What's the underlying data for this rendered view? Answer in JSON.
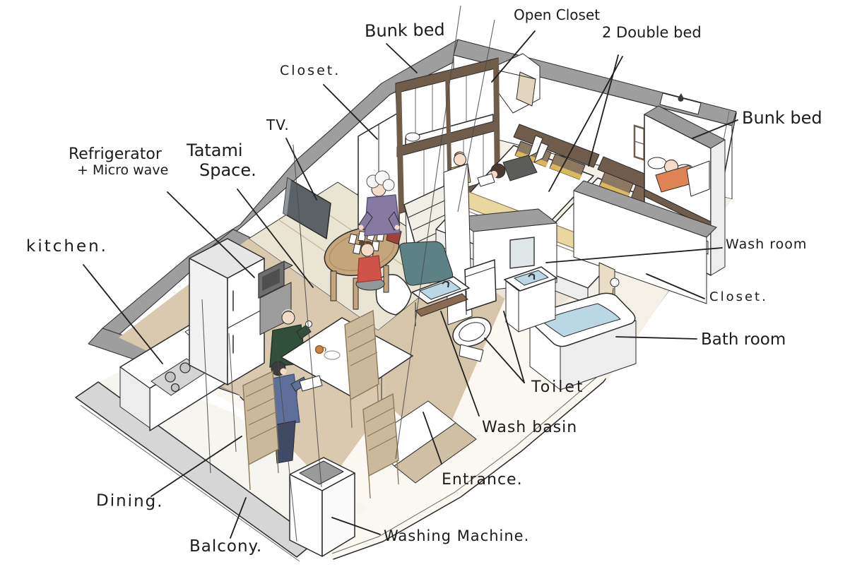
{
  "illustration": {
    "type": "hand-drawn isometric apartment floor plan",
    "background_color": "#ffffff",
    "ink_color": "#222222"
  },
  "palette": {
    "wall_top_gray": "#9e9e9e",
    "balcony_rail_gray": "#d6d6d6",
    "wood_dark": "#6f5c4a",
    "wood_light": "#cbb99b",
    "floor_tan": "#d8c9af",
    "tatami": "#eae4d3",
    "water_blue": "#b9d8e3",
    "cushion_teal": "#5d8286",
    "sweater_purple": "#877aa2",
    "sweater_green": "#31503c",
    "sweater_blue": "#5e6f9b",
    "shirt_red": "#cf5349",
    "shirt_yellow": "#e5cb6e",
    "shirt_orange": "#e08354"
  },
  "labels": {
    "loft_bunk_bed": "Bunk bed",
    "open_closet": "Open Closet",
    "double_bed": "2 Double bed",
    "closet_left": "Closet.",
    "tv": "TV.",
    "refrigerator_line1": "Refrigerator",
    "refrigerator_line2": "+ Micro wave",
    "tatami_line1": "Tatami",
    "tatami_line2": "Space.",
    "kitchen": "kitchen.",
    "bunk_bed_right": "Bunk bed",
    "wash_room": "Wash room",
    "closet_right": "Closet.",
    "bath_room": "Bath room",
    "toilet": "Toilet",
    "wash_basin": "Wash basin",
    "entrance": "Entrance.",
    "dining": "Dining.",
    "balcony": "Balcony.",
    "washing_machine": "Washing Machine."
  },
  "elements": [
    "loft-bunk-bed-with-window-and-stairs",
    "open-closet-with-hanging-cloth",
    "two-double-beds-with-striped-pillows",
    "wall-closet",
    "wall-mounted-tv",
    "refrigerator-with-microwave",
    "tatami-low-table-with-playing-cards",
    "kitchen-counter-gas-stove-sink",
    "right-bunk-bed",
    "wash-room-sink",
    "closet-strip",
    "bathtub-with-shower",
    "toilet",
    "wash-basin-cabinet",
    "entrance-genkan",
    "dining-table-with-chairs",
    "balcony-railing",
    "washing-machine",
    "teal-floor-cushion",
    "white-floor-cushion"
  ],
  "people": [
    {
      "name": "grandmother-purple-sweater",
      "location": "tatami space at card table"
    },
    {
      "name": "child-red-shirt",
      "location": "tatami space at low table"
    },
    {
      "name": "grandfather-green-sweater",
      "location": "dining table drinking"
    },
    {
      "name": "man-blue-sweater",
      "location": "dining table reading"
    },
    {
      "name": "child-yellow-shirt",
      "location": "sitting at loft bunk window"
    },
    {
      "name": "child-gray-shirt",
      "location": "lying on double bed"
    },
    {
      "name": "person-orange-shirt",
      "location": "sleeping in right bunk bed"
    }
  ]
}
